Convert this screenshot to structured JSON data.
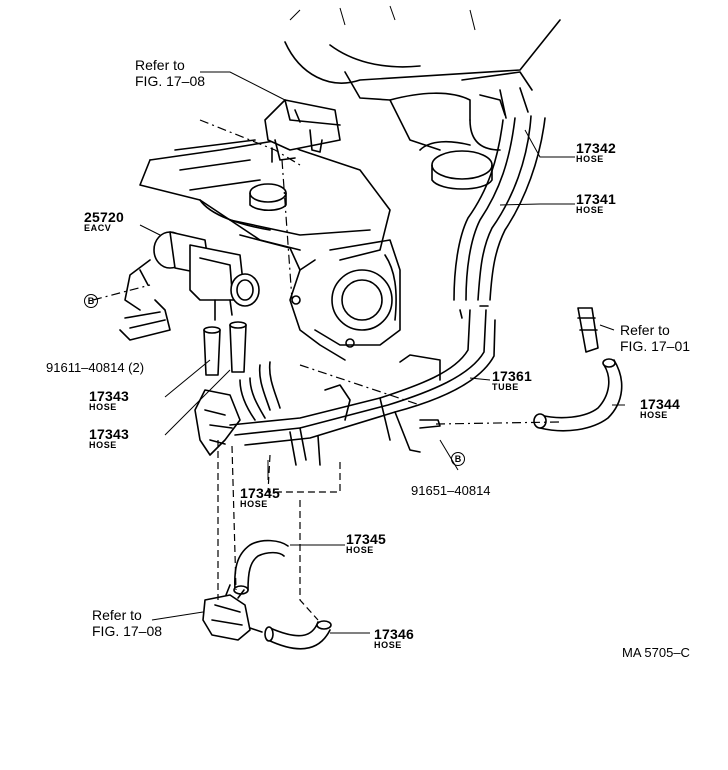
{
  "labels": {
    "refer_top": [
      "Refer to",
      "FIG. 17–08"
    ],
    "refer_right": [
      "Refer to",
      "FIG. 17–01"
    ],
    "refer_bottom": [
      "Refer to",
      "FIG. 17–08"
    ],
    "p25720": {
      "num": "25720",
      "name": "EACV"
    },
    "p17342": {
      "num": "17342",
      "name": "HOSE"
    },
    "p17341": {
      "num": "17341",
      "name": "HOSE"
    },
    "p17361": {
      "num": "17361",
      "name": "TUBE"
    },
    "p17344": {
      "num": "17344",
      "name": "HOSE"
    },
    "p17343a": {
      "num": "17343",
      "name": "HOSE"
    },
    "p17343b": {
      "num": "17343",
      "name": "HOSE"
    },
    "p17345a": {
      "num": "17345",
      "name": "HOSE"
    },
    "p17345b": {
      "num": "17345",
      "name": "HOSE"
    },
    "p17346": {
      "num": "17346",
      "name": "HOSE"
    },
    "bolt1": "91611–40814 (2)",
    "bolt2": "91651–40814",
    "marker": "B",
    "code": "MA 5705–C"
  }
}
